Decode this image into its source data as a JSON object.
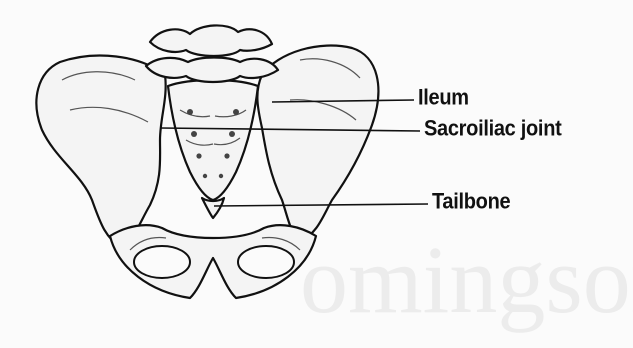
{
  "labels": {
    "ileum": "Ileum",
    "sacroiliac": "Sacroiliac joint",
    "tailbone": "Tailbone"
  },
  "watermark": "omingson",
  "colors": {
    "ink": "#111111",
    "bone": "#f4f4f4",
    "shade": "#8a8a8a",
    "background": "#fbfbfb",
    "watermark": "#e8e8e8"
  }
}
